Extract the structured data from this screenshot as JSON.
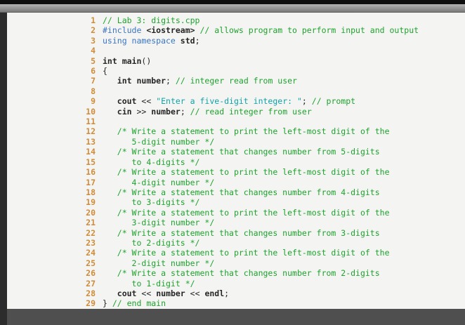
{
  "window": {
    "top_bar_color": "#0f0f0f",
    "toolbar_color_top": "#b4b4b4",
    "toolbar_color_bottom": "#7a7a7a",
    "backdrop_color": "#4f4f4f",
    "left_margin_color": "#2c2c2c",
    "page_color": "#f4f4f2"
  },
  "colors": {
    "line_number": "#d08c3a",
    "comment": "#1ea32e",
    "keyword": "#3a76c4",
    "string": "#10a3a8",
    "plain": "#262626"
  },
  "code": {
    "lines": [
      {
        "n": "1",
        "t": [
          [
            "c",
            "// Lab 3: digits.cpp"
          ]
        ]
      },
      {
        "n": "2",
        "t": [
          [
            "k",
            "#include "
          ],
          [
            "b",
            "<iostream>"
          ],
          [
            "c",
            " // allows program to perform input and output"
          ]
        ]
      },
      {
        "n": "3",
        "t": [
          [
            "k",
            "using "
          ],
          [
            "k",
            "namespace "
          ],
          [
            "b",
            "std"
          ],
          [
            "p",
            ";"
          ]
        ]
      },
      {
        "n": "4",
        "t": []
      },
      {
        "n": "5",
        "t": [
          [
            "b",
            "int main"
          ],
          [
            "p",
            "()"
          ]
        ]
      },
      {
        "n": "6",
        "t": [
          [
            "p",
            "{"
          ]
        ]
      },
      {
        "n": "7",
        "t": [
          [
            "p",
            "   "
          ],
          [
            "b",
            "int number"
          ],
          [
            "p",
            "; "
          ],
          [
            "c",
            "// integer read from user"
          ]
        ]
      },
      {
        "n": "8",
        "t": []
      },
      {
        "n": "9",
        "t": [
          [
            "p",
            "   "
          ],
          [
            "b",
            "cout"
          ],
          [
            "p",
            " << "
          ],
          [
            "s",
            "\"Enter a five-digit integer: \""
          ],
          [
            "p",
            "; "
          ],
          [
            "c",
            "// prompt"
          ]
        ]
      },
      {
        "n": "10",
        "t": [
          [
            "p",
            "   "
          ],
          [
            "b",
            "cin"
          ],
          [
            "p",
            " >> "
          ],
          [
            "b",
            "number"
          ],
          [
            "p",
            "; "
          ],
          [
            "c",
            "// read integer from user"
          ]
        ]
      },
      {
        "n": "11",
        "t": []
      },
      {
        "n": "12",
        "t": [
          [
            "p",
            "   "
          ],
          [
            "c",
            "/* Write a statement to print the left-most digit of the"
          ]
        ]
      },
      {
        "n": "13",
        "t": [
          [
            "p",
            "      "
          ],
          [
            "c",
            "5-digit number */"
          ]
        ]
      },
      {
        "n": "14",
        "t": [
          [
            "p",
            "   "
          ],
          [
            "c",
            "/* Write a statement that changes number from 5-digits"
          ]
        ]
      },
      {
        "n": "15",
        "t": [
          [
            "p",
            "      "
          ],
          [
            "c",
            "to 4-digits */"
          ]
        ]
      },
      {
        "n": "16",
        "t": [
          [
            "p",
            "   "
          ],
          [
            "c",
            "/* Write a statement to print the left-most digit of the"
          ]
        ]
      },
      {
        "n": "17",
        "t": [
          [
            "p",
            "      "
          ],
          [
            "c",
            "4-digit number */"
          ]
        ]
      },
      {
        "n": "18",
        "t": [
          [
            "p",
            "   "
          ],
          [
            "c",
            "/* Write a statement that changes number from 4-digits"
          ]
        ]
      },
      {
        "n": "19",
        "t": [
          [
            "p",
            "      "
          ],
          [
            "c",
            "to 3-digits */"
          ]
        ]
      },
      {
        "n": "20",
        "t": [
          [
            "p",
            "   "
          ],
          [
            "c",
            "/* Write a statement to print the left-most digit of the"
          ]
        ]
      },
      {
        "n": "21",
        "t": [
          [
            "p",
            "      "
          ],
          [
            "c",
            "3-digit number */"
          ]
        ]
      },
      {
        "n": "22",
        "t": [
          [
            "p",
            "   "
          ],
          [
            "c",
            "/* Write a statement that changes number from 3-digits"
          ]
        ]
      },
      {
        "n": "23",
        "t": [
          [
            "p",
            "      "
          ],
          [
            "c",
            "to 2-digits */"
          ]
        ]
      },
      {
        "n": "24",
        "t": [
          [
            "p",
            "   "
          ],
          [
            "c",
            "/* Write a statement to print the left-most digit of the"
          ]
        ]
      },
      {
        "n": "25",
        "t": [
          [
            "p",
            "      "
          ],
          [
            "c",
            "2-digit number */"
          ]
        ]
      },
      {
        "n": "26",
        "t": [
          [
            "p",
            "   "
          ],
          [
            "c",
            "/* Write a statement that changes number from 2-digits"
          ]
        ]
      },
      {
        "n": "27",
        "t": [
          [
            "p",
            "      "
          ],
          [
            "c",
            "to 1-digit */"
          ]
        ]
      },
      {
        "n": "28",
        "t": [
          [
            "p",
            "   "
          ],
          [
            "b",
            "cout"
          ],
          [
            "p",
            " << "
          ],
          [
            "b",
            "number"
          ],
          [
            "p",
            " << "
          ],
          [
            "b",
            "endl"
          ],
          [
            "p",
            ";"
          ]
        ]
      },
      {
        "n": "29",
        "t": [
          [
            "p",
            "} "
          ],
          [
            "c",
            "// end main"
          ]
        ]
      }
    ]
  }
}
